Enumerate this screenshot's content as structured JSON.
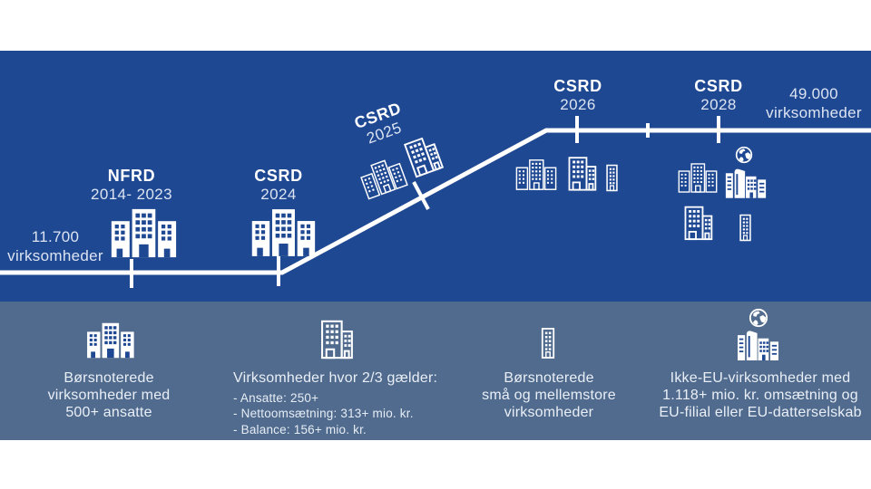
{
  "colors": {
    "band_dark": "#1f4892",
    "band_light": "#506b8d",
    "line": "#ffffff",
    "text_bold": "#ffffff",
    "text_dim": "#dce4f2"
  },
  "timeline": {
    "start": {
      "value": "11.700",
      "unit": "virksomheder"
    },
    "end": {
      "value": "49.000",
      "unit": "virksomheder"
    },
    "milestones": [
      {
        "label": "NFRD",
        "years": "2014- 2023"
      },
      {
        "label": "CSRD",
        "years": "2024"
      },
      {
        "label": "CSRD",
        "years": "2025"
      },
      {
        "label": "CSRD",
        "years": "2026"
      },
      {
        "label": "CSRD",
        "years": "2028"
      }
    ]
  },
  "legend": {
    "items": [
      {
        "icon": "office-buildings-icon",
        "lines": [
          "Børsnoterede",
          "virksomheder med",
          "500+ ansatte"
        ]
      },
      {
        "icon": "office-building-pair-icon",
        "heading": "Virksomheder hvor 2/3 gælder:",
        "bullets": [
          "- Ansatte: 250+",
          "- Nettoomsætning: 313+ mio. kr.",
          "- Balance: 156+ mio. kr."
        ]
      },
      {
        "icon": "small-building-icon",
        "lines": [
          "Børsnoterede",
          "små og mellemstore",
          "virksomheder"
        ]
      },
      {
        "icon": "globe-buildings-icon",
        "lines": [
          "Ikke-EU-virksomheder med",
          "1.118+ mio. kr. omsætning og",
          "EU-filial eller EU-datterselskab"
        ]
      }
    ]
  }
}
